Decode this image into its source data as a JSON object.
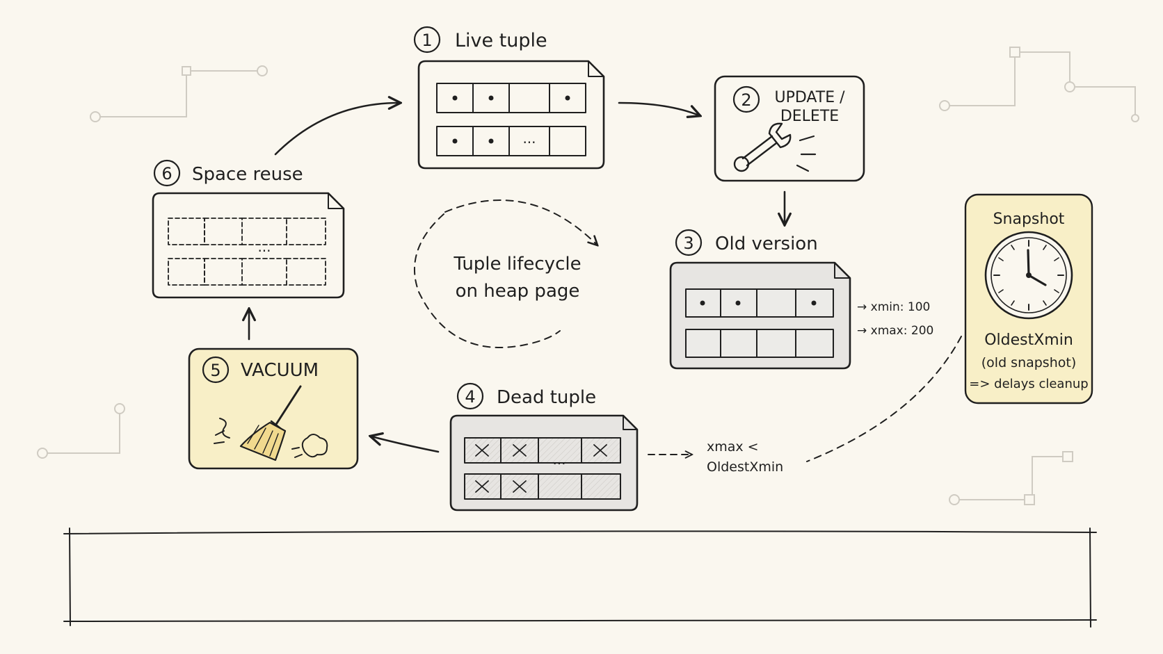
{
  "diagram": {
    "center_label": {
      "line1": "Tuple lifecycle",
      "line2": "on heap page"
    },
    "steps": [
      {
        "number": "1",
        "label": "Live tuple",
        "cell_text": "..."
      },
      {
        "number": "2",
        "label_line1": "UPDATE /",
        "label_line2": "DELETE",
        "icon": "wrench-icon"
      },
      {
        "number": "3",
        "label": "Old version",
        "annotation_xmin": "→ xmin: 100",
        "annotation_xmax": "→ xmax: 200"
      },
      {
        "number": "4",
        "label": "Dead tuple",
        "cell_text": "..."
      },
      {
        "number": "5",
        "label": "VACUUM",
        "icon": "broom-icon"
      },
      {
        "number": "6",
        "label": "Space reuse",
        "cell_text": "..."
      }
    ],
    "condition": {
      "line1": "xmax <",
      "line2": "OldestXmin"
    },
    "snapshot": {
      "title": "Snapshot",
      "icon": "clock-icon",
      "line1": "OldestXmin",
      "line2": "(old snapshot)",
      "line3": "=> delays cleanup"
    },
    "colors": {
      "background": "#faf7ef",
      "ink": "#1f1f1f",
      "highlight_fill": "#f8efc7",
      "gray_fill": "#e7e5e2"
    }
  }
}
